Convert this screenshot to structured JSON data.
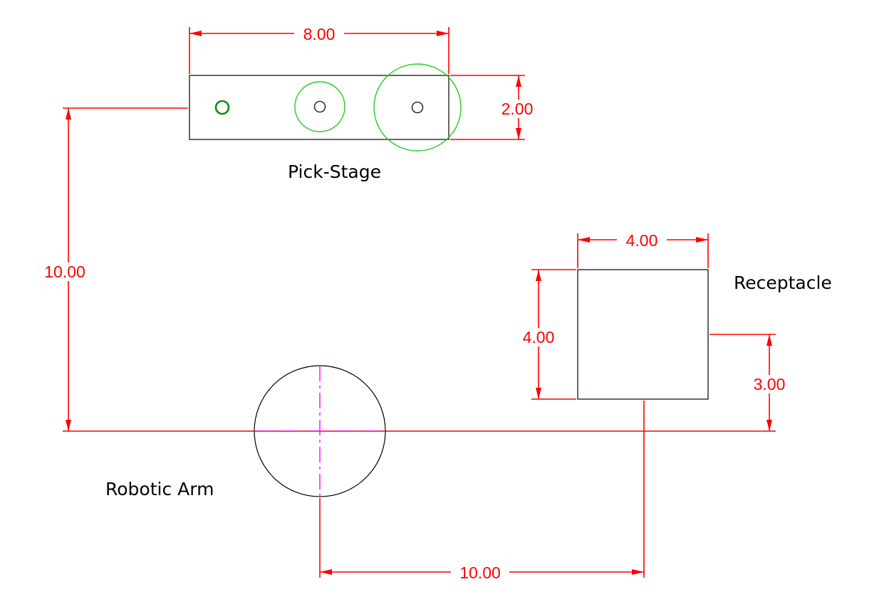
{
  "labels": {
    "pick_stage": "Pick-Stage",
    "receptacle": "Receptacle",
    "robotic_arm": "Robotic Arm"
  },
  "dimensions": {
    "pick_stage_width": "8.00",
    "pick_stage_height": "2.00",
    "stage_offset_vertical": "10.00",
    "receptacle_width": "4.00",
    "receptacle_height": "4.00",
    "receptacle_offset_vertical": "3.00",
    "receptacle_offset_horizontal": "10.00"
  },
  "colors": {
    "dimension": "#ff0000",
    "outline": "#000000",
    "pick_circles": "#22cc22",
    "center_line": "#ff00ff"
  }
}
